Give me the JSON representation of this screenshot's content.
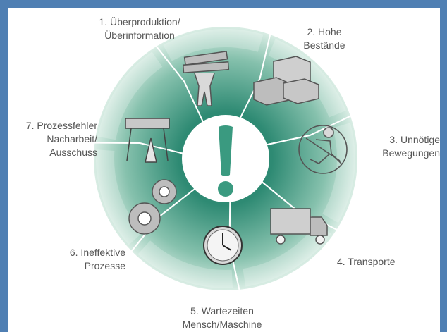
{
  "title": "",
  "colors": {
    "background": "#4f7fb3",
    "panel": "#ffffff",
    "wheel_light": "#cfe7dd",
    "wheel_mid": "#86c1ad",
    "wheel_dark": "#2e8a73",
    "icon_gray": "#9a9a9a",
    "label_text": "#555555"
  },
  "center_icon": "exclamation-icon",
  "segments": [
    {
      "number": "1.",
      "label_lines": [
        "1. Überproduktion/",
        "Überinformation"
      ],
      "icon": "person-lifting-boxes-icon"
    },
    {
      "number": "2.",
      "label_lines": [
        "2. Hohe",
        "Bestände"
      ],
      "icon": "stacked-boxes-icon"
    },
    {
      "number": "3.",
      "label_lines": [
        "3. Unnötige",
        "Bewegungen"
      ],
      "icon": "no-running-icon"
    },
    {
      "number": "4.",
      "label_lines": [
        "4. Transporte"
      ],
      "icon": "truck-icon"
    },
    {
      "number": "5.",
      "label_lines": [
        "5. Wartezeiten",
        "Mensch/Maschine"
      ],
      "icon": "clock-icon"
    },
    {
      "number": "6.",
      "label_lines": [
        "6. Ineffektive",
        "Prozesse"
      ],
      "icon": "gears-icon"
    },
    {
      "number": "7.",
      "label_lines": [
        "7. Prozessfehler",
        "Nacharbeit/",
        "Ausschuss"
      ],
      "icon": "barrier-cone-icon"
    }
  ]
}
